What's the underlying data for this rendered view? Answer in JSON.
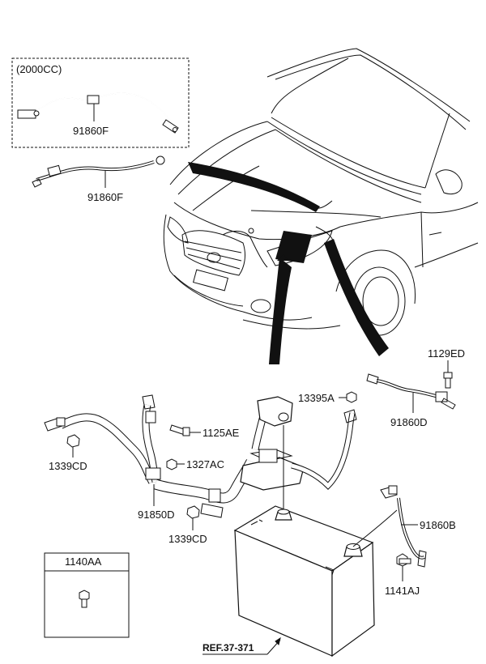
{
  "variant_box": {
    "caption": "(2000CC)",
    "part": "91860F"
  },
  "labels": {
    "p91860F": "91860F",
    "p1129ED": "1129ED",
    "p13395A": "13395A",
    "p91860D": "91860D",
    "p1125AE": "1125AE",
    "p1327AC": "1327AC",
    "p1339CD_left": "1339CD",
    "p1339CD_mid": "1339CD",
    "p91850D": "91850D",
    "p91860B": "91860B",
    "p1141AJ": "1141AJ"
  },
  "legend_box": {
    "part": "1140AA"
  },
  "reference": "REF.37-371"
}
